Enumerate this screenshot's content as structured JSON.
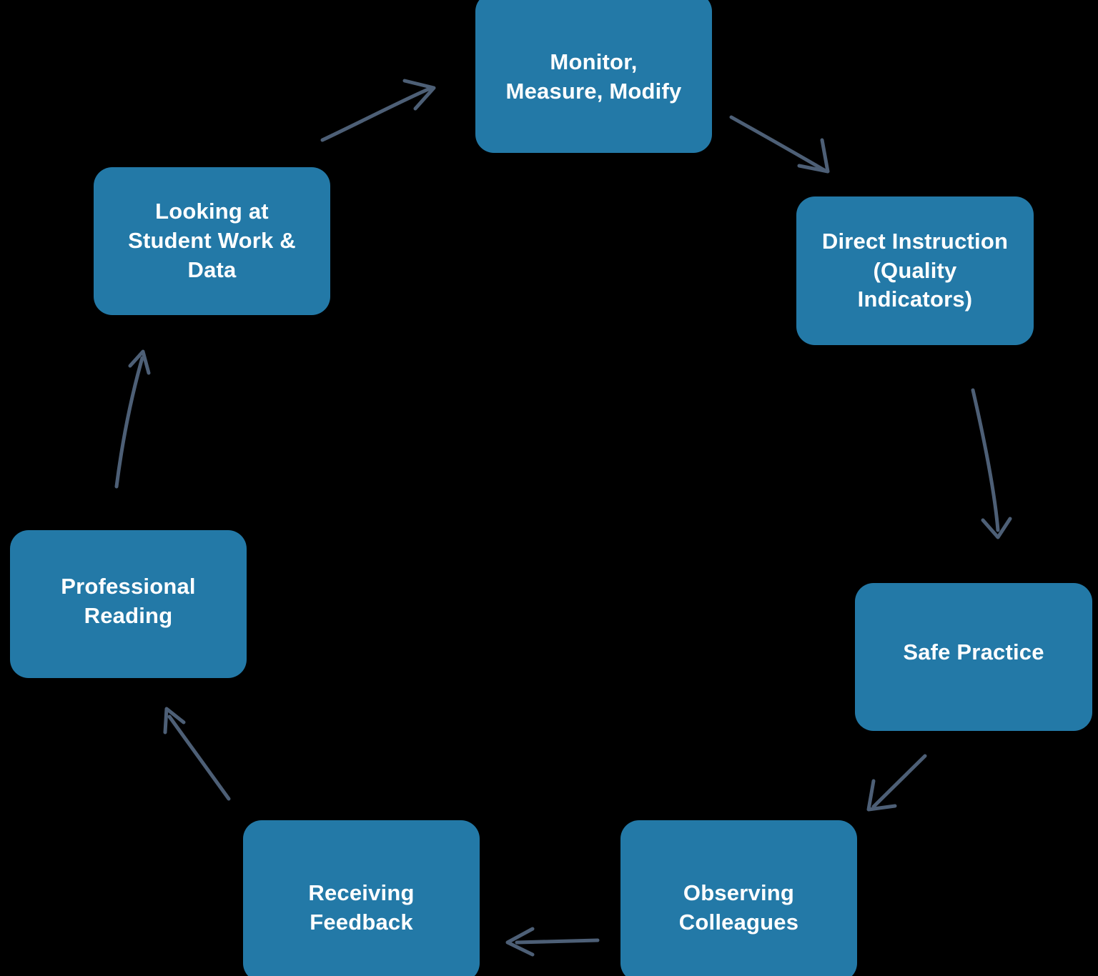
{
  "diagram": {
    "type": "cycle",
    "title": "",
    "background_color": "#000000",
    "node_color": "#2379A7",
    "node_text_color": "#FFFFFF",
    "arrow_color": "#4D5F76",
    "nodes": [
      {
        "id": "monitor",
        "label": "Monitor,\nMeasure, Modify",
        "position": "top"
      },
      {
        "id": "direct",
        "label": "Direct Instruction\n(Quality\nIndicators)",
        "position": "top-right"
      },
      {
        "id": "safe",
        "label": "Safe Practice",
        "position": "right"
      },
      {
        "id": "observing",
        "label": "Observing\nColleagues",
        "position": "bottom-right"
      },
      {
        "id": "feedback",
        "label": "Receiving\nFeedback",
        "position": "bottom-left"
      },
      {
        "id": "reading",
        "label": "Professional\nReading",
        "position": "left"
      },
      {
        "id": "student_work",
        "label": "Looking at\nStudent Work &\nData",
        "position": "top-left"
      }
    ],
    "connections": [
      {
        "from": "monitor",
        "to": "direct",
        "direction": "clockwise"
      },
      {
        "from": "direct",
        "to": "safe",
        "direction": "clockwise"
      },
      {
        "from": "safe",
        "to": "observing",
        "direction": "clockwise"
      },
      {
        "from": "observing",
        "to": "feedback",
        "direction": "clockwise"
      },
      {
        "from": "feedback",
        "to": "reading",
        "direction": "clockwise"
      },
      {
        "from": "reading",
        "to": "student_work",
        "direction": "clockwise"
      },
      {
        "from": "student_work",
        "to": "monitor",
        "direction": "clockwise"
      }
    ]
  }
}
